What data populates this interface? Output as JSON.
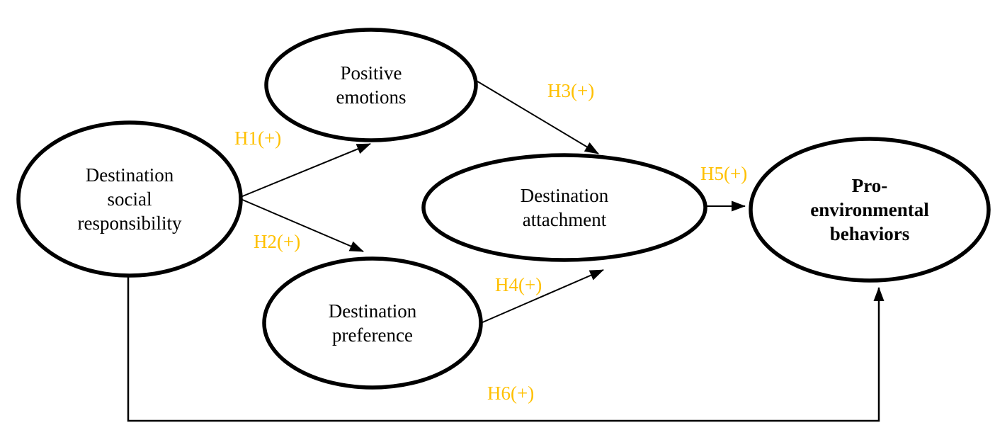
{
  "diagram": {
    "type": "path-model",
    "description": "Structural model diagram with five latent constructs and six hypothesized positive paths",
    "colors": {
      "node_fill": "#ffffff",
      "node_stroke": "#000000",
      "edge_stroke": "#000000",
      "node_text": "#000000",
      "hypothesis_label": "#FFC000",
      "background": "#ffffff"
    },
    "nodes": [
      {
        "id": "dsr",
        "label": "Destination\nsocial\nresponsibility",
        "bold": false
      },
      {
        "id": "pe",
        "label": "Positive\nemotions",
        "bold": false
      },
      {
        "id": "dp",
        "label": "Destination\npreference",
        "bold": false
      },
      {
        "id": "da",
        "label": "Destination\nattachment",
        "bold": false
      },
      {
        "id": "peb",
        "label": "Pro-\nenvironmental\nbehaviors",
        "bold": true
      }
    ],
    "edges": [
      {
        "id": "H1",
        "label": "H1(+)",
        "from": "Destination social responsibility",
        "to": "Positive emotions"
      },
      {
        "id": "H2",
        "label": "H2(+)",
        "from": "Destination social responsibility",
        "to": "Destination preference"
      },
      {
        "id": "H3",
        "label": "H3(+)",
        "from": "Positive emotions",
        "to": "Destination attachment"
      },
      {
        "id": "H4",
        "label": "H4(+)",
        "from": "Destination preference",
        "to": "Destination attachment"
      },
      {
        "id": "H5",
        "label": "H5(+)",
        "from": "Destination attachment",
        "to": "Pro-environmental behaviors"
      },
      {
        "id": "H6",
        "label": "H6(+)",
        "from": "Destination social responsibility",
        "to": "Pro-environmental behaviors"
      }
    ]
  }
}
